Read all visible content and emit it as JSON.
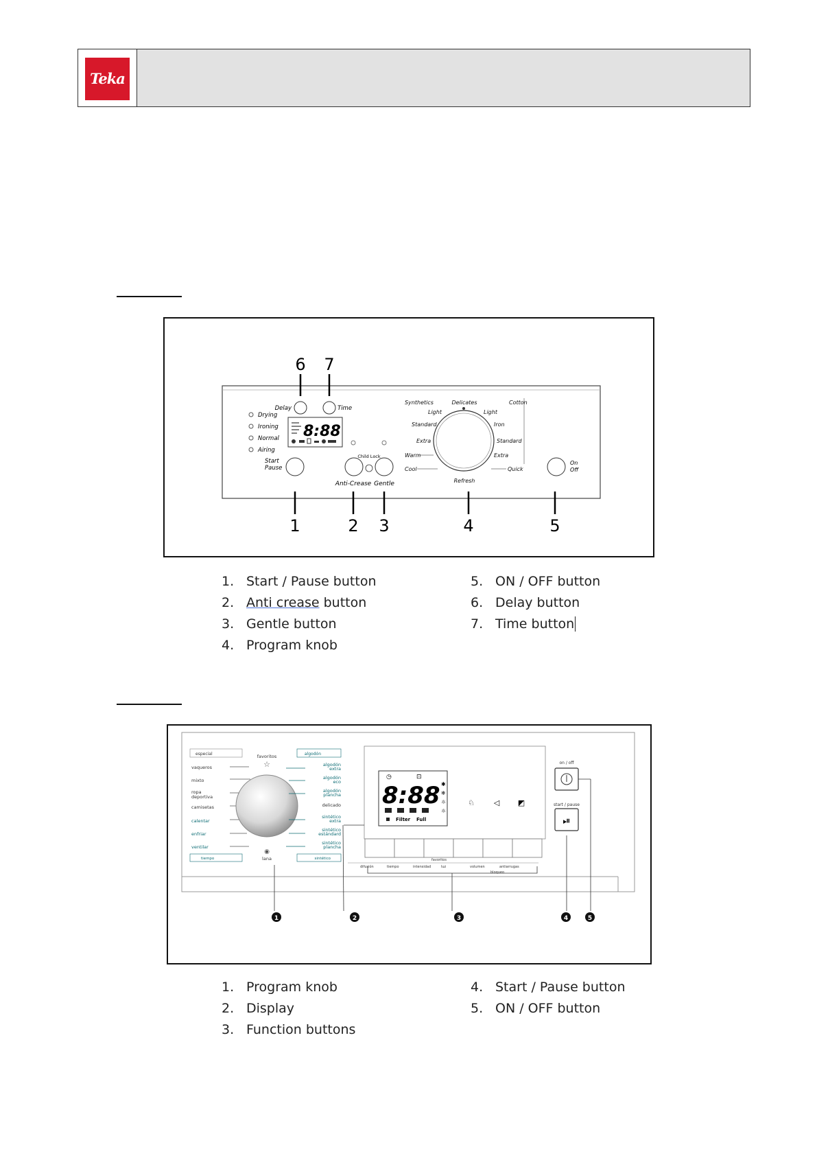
{
  "header": {
    "logo_text": "Teka",
    "brand_color": "#d7182a",
    "bar_color": "#e2e2e2"
  },
  "figure1": {
    "callouts": [
      "6",
      "7",
      "1",
      "2",
      "3",
      "4",
      "5"
    ],
    "panel": {
      "delay": "Delay",
      "time": "Time",
      "indicators": [
        "Drying",
        "Ironing",
        "Normal",
        "Airing"
      ],
      "display_digits": "8:88",
      "start": "Start",
      "pause": "Pause",
      "child_lock": "Child Lock",
      "anti_crease": "Anti-Crease",
      "gentle": "Gentle",
      "knob_labels": {
        "synthetics": "Synthetics",
        "delicates": "Delicates",
        "cotton": "Cotton",
        "light_left": "Light",
        "light_right": "Light",
        "standard_left": "Standard",
        "iron": "Iron",
        "standard_right": "Standard",
        "extra_left": "Extra",
        "extra_right": "Extra",
        "warm": "Warm",
        "cool": "Cool",
        "quick": "Quick",
        "refresh": "Refresh"
      },
      "on": "On",
      "off": "Off"
    },
    "legend": [
      {
        "num": "1.",
        "text": "Start / Pause button"
      },
      {
        "num": "2.",
        "text_a": "Anti crease",
        "text_b": " button"
      },
      {
        "num": "3.",
        "text": "Gentle button"
      },
      {
        "num": "4.",
        "text": "Program knob"
      },
      {
        "num": "5.",
        "text": "ON / OFF button"
      },
      {
        "num": "6.",
        "text": "Delay button"
      },
      {
        "num": "7.",
        "text": "Time button"
      }
    ]
  },
  "figure2": {
    "callouts": [
      "1",
      "2",
      "3",
      "4",
      "5"
    ],
    "panel": {
      "left_programs": [
        "especial",
        "vaqueros",
        "mixto",
        "ropa",
        "deportiva",
        "camisetas",
        "calentar",
        "enfriar",
        "ventilar",
        "tiempo"
      ],
      "favorites": "favoritos",
      "lana": "lana",
      "right_programs": [
        "algodón",
        "algodón",
        "extra",
        "algodón",
        "eco",
        "algodón",
        "plancha",
        "delicado",
        "sintético",
        "extra",
        "sintético",
        "estándard",
        "sintético",
        "plancha",
        "sintético"
      ],
      "display_digits": "8:88",
      "filter_full": [
        "Filter",
        "Full"
      ],
      "on_off": "on / off",
      "start_pause": "start / pause",
      "favoritos_small": "favoritos",
      "func_labels": [
        "difusión",
        "tiempo",
        "intensidad",
        "luz",
        "volumen",
        "antiarrugas"
      ],
      "bloqueo": "bloqueo"
    },
    "legend": [
      {
        "num": "1.",
        "text": "Program knob"
      },
      {
        "num": "2.",
        "text": "Display"
      },
      {
        "num": "3.",
        "text": "Function buttons"
      },
      {
        "num": "4.",
        "text": "Start / Pause button"
      },
      {
        "num": "5.",
        "text": "ON / OFF button"
      }
    ]
  }
}
